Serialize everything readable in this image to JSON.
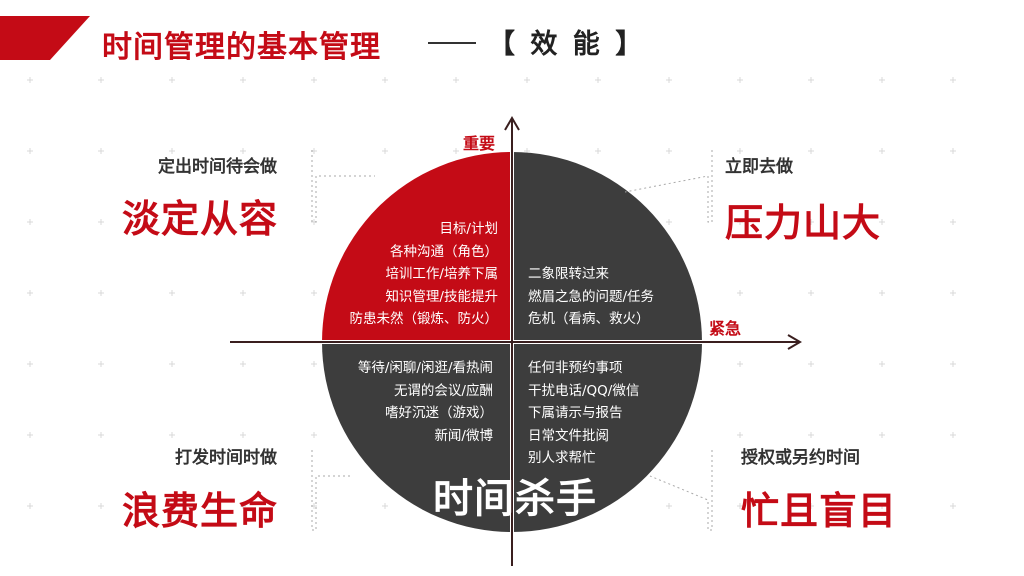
{
  "header": {
    "title": "时间管理的基本管理",
    "tag": "【 效 能 】"
  },
  "axes": {
    "vertical_label": "重要",
    "horizontal_label": "紧急"
  },
  "quadrants": {
    "top_left": {
      "subtitle": "定出时间待会做",
      "headline": "淡定从容",
      "items": [
        "目标/计划",
        "各种沟通（角色）",
        "培训工作/培养下属",
        "知识管理/技能提升",
        "防患未然（锻炼、防火）"
      ]
    },
    "top_right": {
      "subtitle": "立即去做",
      "headline": "压力山大",
      "items": [
        "二象限转过来",
        "燃眉之急的问题/任务",
        "危机（看病、救火）"
      ]
    },
    "bottom_left": {
      "subtitle": "打发时间时做",
      "headline": "浪费生命",
      "items": [
        "等待/闲聊/闲逛/看热闹",
        "无谓的会议/应酬",
        "嗜好沉迷（游戏）",
        "新闻/微博"
      ]
    },
    "bottom_right": {
      "subtitle": "授权或另约时间",
      "headline": "忙且盲目",
      "items": [
        "任何非预约事项",
        "干扰电话/QQ/微信",
        "下属请示与报告",
        "日常文件批阅",
        "别人求帮忙"
      ]
    }
  },
  "center_label": "时间杀手",
  "colors": {
    "accent": "#c40b16",
    "dark": "#3d3d3d",
    "text": "#333333"
  }
}
